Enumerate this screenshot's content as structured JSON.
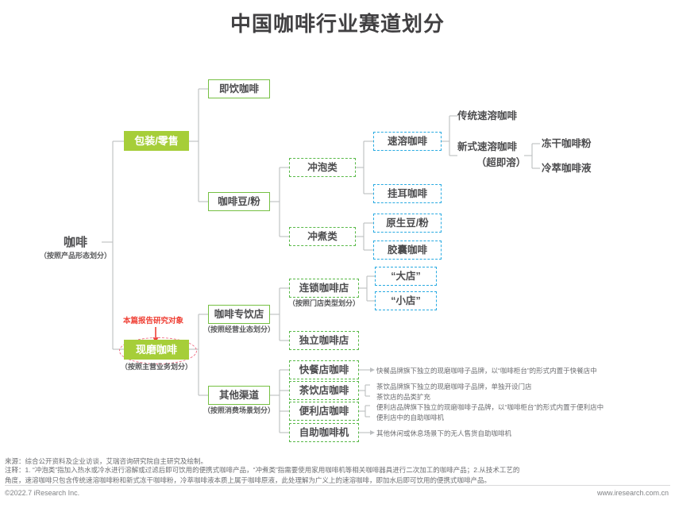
{
  "header": {
    "title": "中国咖啡行业赛道划分"
  },
  "root": {
    "label": "咖啡",
    "caption": "（按照产品形态划分）"
  },
  "branches": {
    "packaged": {
      "label": "包装/零售"
    },
    "fresh": {
      "label": "现磨咖啡",
      "caption": "（按照主营业务划分）"
    }
  },
  "level2": {
    "rtd": "即饮咖啡",
    "bean_powder": "咖啡豆/粉",
    "specialty_store": "咖啡专饮店",
    "specialty_store_caption": "（按照经营业态划分）",
    "other_channel": "其他渠道",
    "other_channel_caption": "（按照消费场景划分）"
  },
  "level3": {
    "brew_type": "冲泡类",
    "boil_type": "冲煮类",
    "chain_store": "连锁咖啡店",
    "chain_store_caption": "（按照门店类型划分）",
    "independent_store": "独立咖啡店",
    "fastfood_coffee": "快餐店咖啡",
    "teashop_coffee": "茶饮店咖啡",
    "convenience_coffee": "便利店咖啡",
    "vending_coffee": "自助咖啡机"
  },
  "level4": {
    "instant_coffee": "速溶咖啡",
    "drip_bag": "挂耳咖啡",
    "raw_bean": "原生豆/粉",
    "capsule": "胶囊咖啡",
    "big_store": "“大店”",
    "small_store": "“小店”"
  },
  "level5": {
    "traditional_instant": "传统速溶咖啡",
    "new_instant_line1": "新式速溶咖啡",
    "new_instant_line2": "（超即溶）",
    "freeze_dried": "冻干咖啡粉",
    "cold_brew": "冷萃咖啡液"
  },
  "annotation": {
    "text": "本篇报告研究对象"
  },
  "descriptions": {
    "fastfood": "快餐品牌旗下独立的现磨咖啡子品牌，以“咖啡柜台”的形式内置于快餐店中",
    "teashop_1": "茶饮品牌旗下独立的现磨咖啡子品牌，单独开设门店",
    "teashop_2": "茶饮店的品类扩充",
    "convenience_1": "便利店品牌旗下独立的现磨咖啡子品牌，以“咖啡柜台”的形式内置于便利店中",
    "convenience_2": "便利店中的自助咖啡机",
    "vending": "其他休闲或休息场景下的无人售货自助咖啡机"
  },
  "footer": {
    "source": "来源：综合公开资料及企业访谈，艾瑞咨询研究院自主研究及绘制。",
    "note_line1": "注释：1. “冲泡类”指加入热水或冷水进行溶解或过滤后即可饮用的便携式咖啡产品，“冲煮类”指需要使用家用咖啡机等相关咖啡器具进行二次加工的咖啡产品；2.从技术工艺的",
    "note_line2": "角度，速溶咖啡只包含传统速溶咖啡粉和新式冻干咖啡粉，冷萃咖啡液本质上属于咖啡原液，此处理解为广义上的速溶咖啡，即加水后即可饮用的便携式咖啡产品。",
    "copyright": "©2022.7 iResearch Inc.",
    "website": "www.iresearch.com.cn"
  },
  "colors": {
    "fill_green": "#a6ce39",
    "solid_green_border": "#76c043",
    "dash_green_border": "#58b947",
    "dash_blue_border": "#29abe2",
    "annotation_red": "#ef4136",
    "wire_gray": "#bcbec0",
    "text_dark": "#4d4d4f"
  }
}
